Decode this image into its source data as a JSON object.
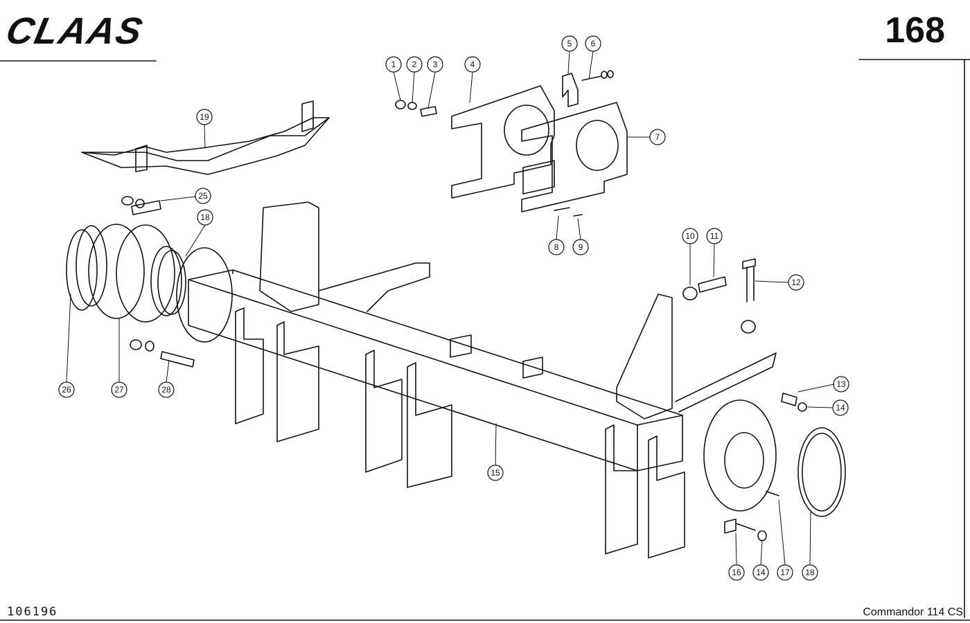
{
  "header": {
    "brand": "CLAAS",
    "page_number": "168"
  },
  "footer": {
    "document_number": "106196",
    "model": "Commandor 114 CS"
  },
  "callouts": [
    "1",
    "2",
    "3",
    "4",
    "5",
    "6",
    "7",
    "8",
    "9",
    "10",
    "11",
    "12",
    "13",
    "14",
    "14",
    "15",
    "16",
    "17",
    "18",
    "18",
    "19",
    "25",
    "26",
    "27",
    "28"
  ]
}
